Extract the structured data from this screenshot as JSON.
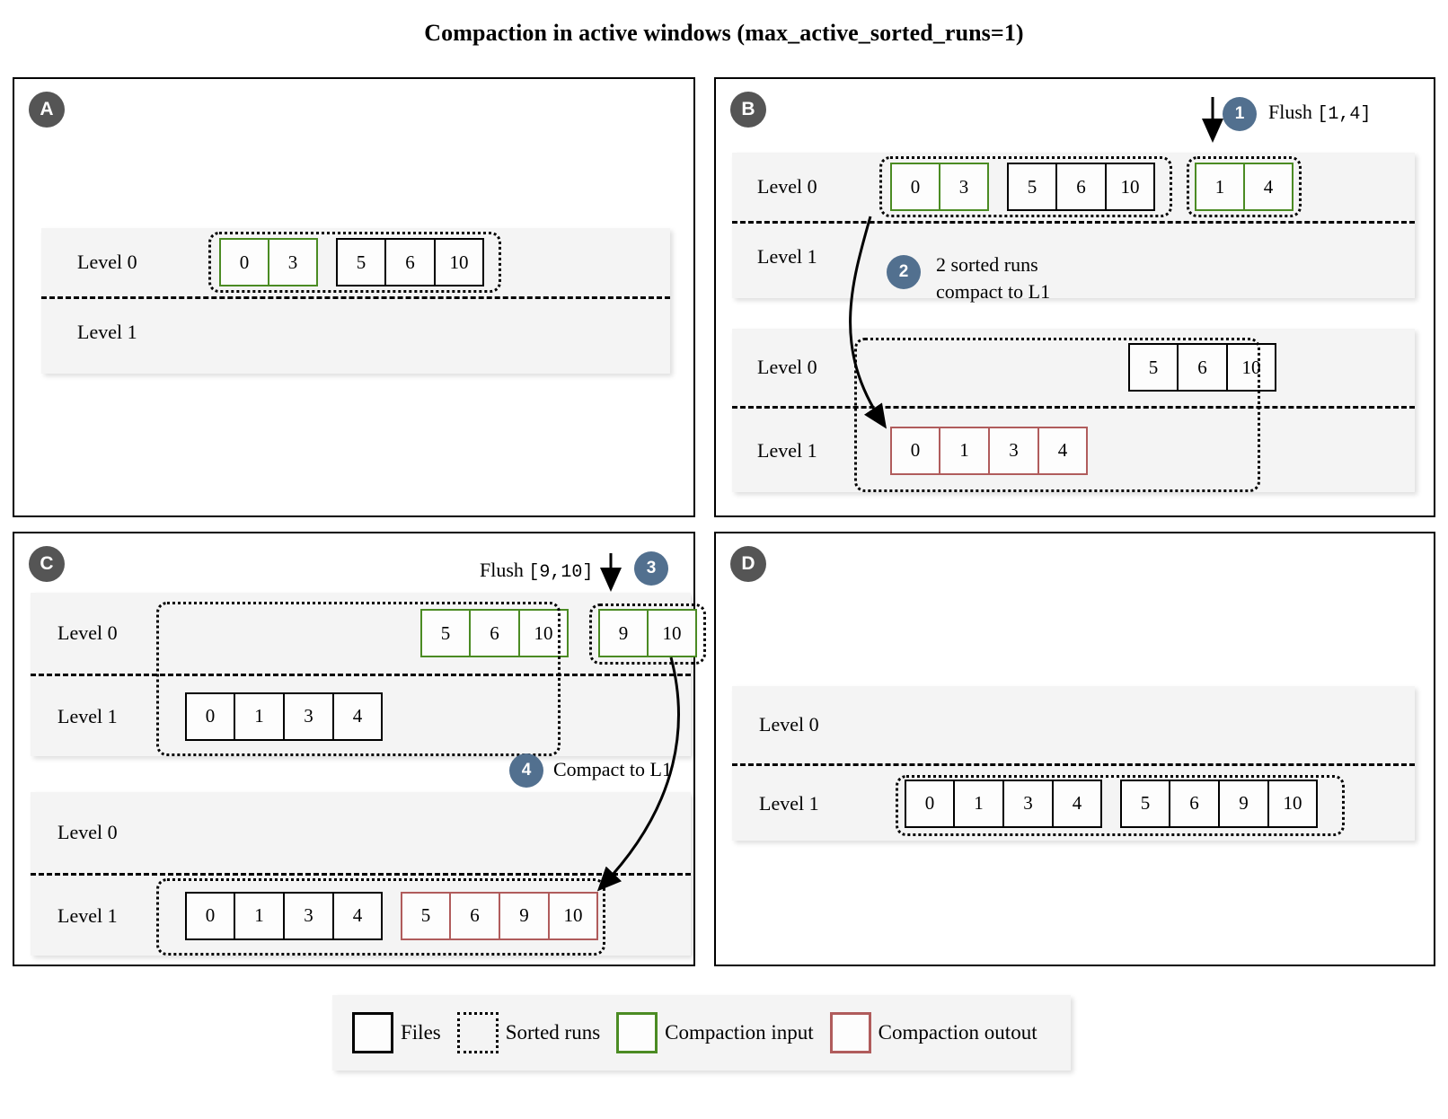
{
  "title": "Compaction in active windows (max_active_sorted_runs=1)",
  "colors": {
    "compaction_input_green": "#4b8b23",
    "compaction_output_red": "#b05c5c",
    "step_badge_blue": "#52708f",
    "panel_badge_gray": "#555555",
    "diagram_background": "#f4f4f4"
  },
  "panels": {
    "A": {
      "badge": "A",
      "diagrams": [
        {
          "levels": [
            {
              "label": "Level 0",
              "groups": [
                {
                  "kind": "green",
                  "values": [
                    "0",
                    "3"
                  ]
                },
                {
                  "kind": "black",
                  "values": [
                    "5",
                    "6",
                    "10"
                  ]
                }
              ]
            },
            {
              "label": "Level 1",
              "groups": []
            }
          ]
        }
      ]
    },
    "B": {
      "badge": "B",
      "flush_label": "Flush",
      "flush_range": "[1,4]",
      "step1": "1",
      "step2": "2",
      "note2_line1": "2 sorted runs",
      "note2_line2": "compact to L1",
      "diagrams": [
        {
          "levels": [
            {
              "label": "Level 0",
              "groups": [
                {
                  "kind": "green",
                  "values": [
                    "0",
                    "3"
                  ]
                },
                {
                  "kind": "black",
                  "values": [
                    "5",
                    "6",
                    "10"
                  ]
                },
                {
                  "kind": "green",
                  "values": [
                    "1",
                    "4"
                  ]
                }
              ]
            },
            {
              "label": "Level 1",
              "groups": []
            }
          ]
        },
        {
          "levels": [
            {
              "label": "Level 0",
              "groups": [
                {
                  "kind": "black",
                  "values": [
                    "5",
                    "6",
                    "10"
                  ]
                }
              ]
            },
            {
              "label": "Level 1",
              "groups": [
                {
                  "kind": "red",
                  "values": [
                    "0",
                    "1",
                    "3",
                    "4"
                  ]
                }
              ]
            }
          ]
        }
      ]
    },
    "C": {
      "badge": "C",
      "flush_label": "Flush",
      "flush_range": "[9,10]",
      "step3": "3",
      "step4": "4",
      "note4": "Compact to L1",
      "diagrams": [
        {
          "levels": [
            {
              "label": "Level 0",
              "groups": [
                {
                  "kind": "green",
                  "values": [
                    "5",
                    "6",
                    "10"
                  ]
                },
                {
                  "kind": "green",
                  "values": [
                    "9",
                    "10"
                  ]
                }
              ]
            },
            {
              "label": "Level 1",
              "groups": [
                {
                  "kind": "black",
                  "values": [
                    "0",
                    "1",
                    "3",
                    "4"
                  ]
                }
              ]
            }
          ]
        },
        {
          "levels": [
            {
              "label": "Level 0",
              "groups": []
            },
            {
              "label": "Level 1",
              "groups": [
                {
                  "kind": "black",
                  "values": [
                    "0",
                    "1",
                    "3",
                    "4"
                  ]
                },
                {
                  "kind": "red",
                  "values": [
                    "5",
                    "6",
                    "9",
                    "10"
                  ]
                }
              ]
            }
          ]
        }
      ]
    },
    "D": {
      "badge": "D",
      "diagrams": [
        {
          "levels": [
            {
              "label": "Level 0",
              "groups": []
            },
            {
              "label": "Level 1",
              "groups": [
                {
                  "kind": "black",
                  "values": [
                    "0",
                    "1",
                    "3",
                    "4"
                  ]
                },
                {
                  "kind": "black",
                  "values": [
                    "5",
                    "6",
                    "9",
                    "10"
                  ]
                }
              ]
            }
          ]
        }
      ]
    }
  },
  "legend": {
    "items": [
      {
        "swatch": "files",
        "label": "Files"
      },
      {
        "swatch": "runs",
        "label": "Sorted runs"
      },
      {
        "swatch": "inp",
        "label": "Compaction input"
      },
      {
        "swatch": "outp",
        "label": "Compaction outout"
      }
    ]
  }
}
